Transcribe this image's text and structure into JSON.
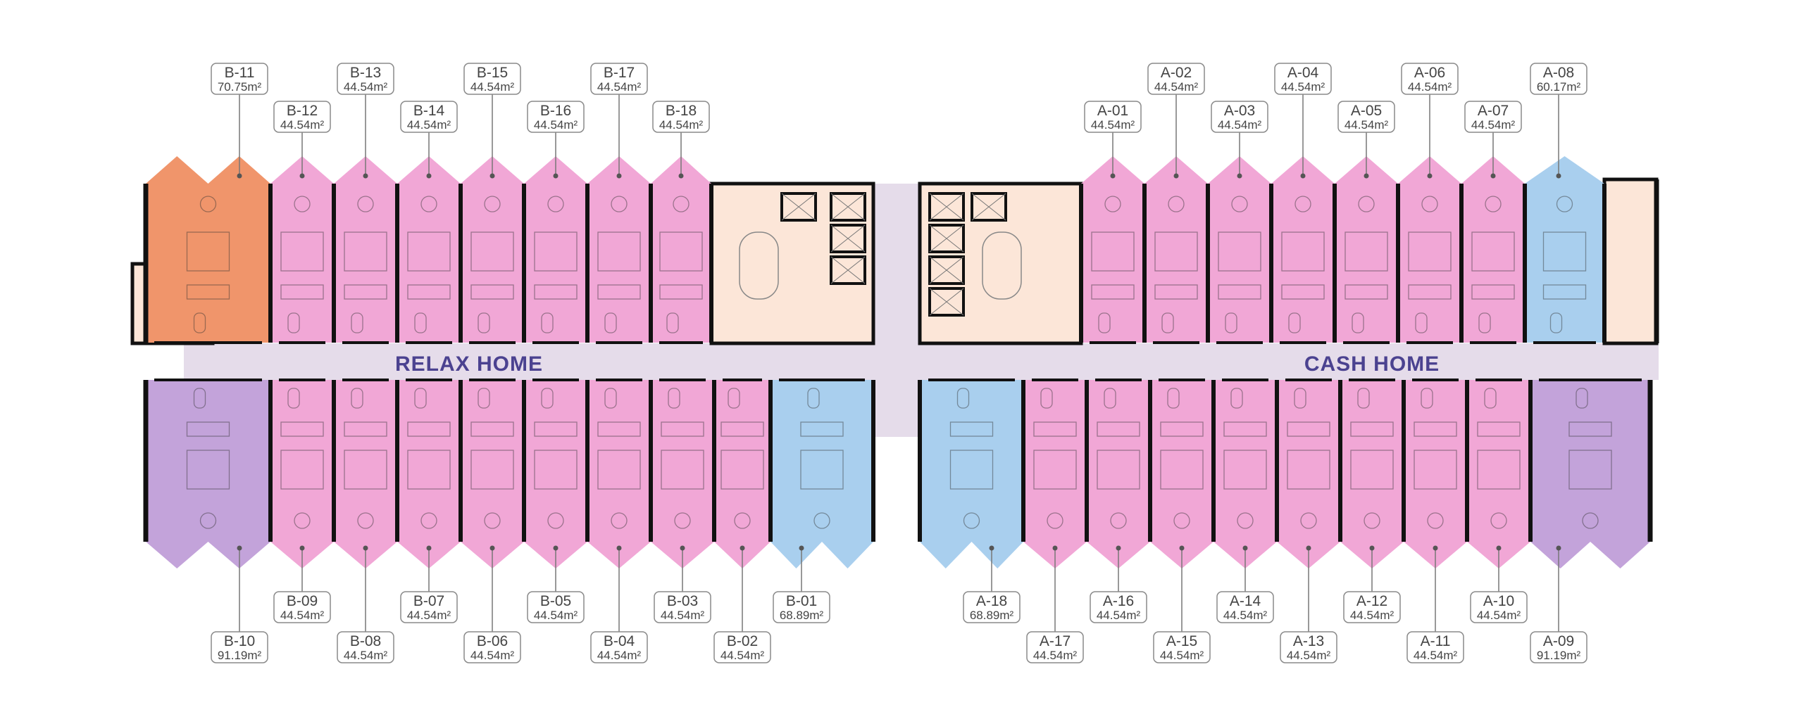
{
  "zones": {
    "left": "RELAX HOME",
    "right": "CASH HOME"
  },
  "colors": {
    "pink": "#f1a7d6",
    "orange": "#f0956b",
    "blue": "#a9cfee",
    "purple": "#c3a3da",
    "corridor": "#e5dcea",
    "core": "#fce6d8",
    "label_text": "#4b4290"
  },
  "units_top": [
    {
      "id": "B-11",
      "area": "70.75m²",
      "color": "orange"
    },
    {
      "id": "B-12",
      "area": "44.54m²",
      "color": "pink"
    },
    {
      "id": "B-13",
      "area": "44.54m²",
      "color": "pink"
    },
    {
      "id": "B-14",
      "area": "44.54m²",
      "color": "pink"
    },
    {
      "id": "B-15",
      "area": "44.54m²",
      "color": "pink"
    },
    {
      "id": "B-16",
      "area": "44.54m²",
      "color": "pink"
    },
    {
      "id": "B-17",
      "area": "44.54m²",
      "color": "pink"
    },
    {
      "id": "B-18",
      "area": "44.54m²",
      "color": "pink"
    },
    {
      "id": "A-01",
      "area": "44.54m²",
      "color": "pink"
    },
    {
      "id": "A-02",
      "area": "44.54m²",
      "color": "pink"
    },
    {
      "id": "A-03",
      "area": "44.54m²",
      "color": "pink"
    },
    {
      "id": "A-04",
      "area": "44.54m²",
      "color": "pink"
    },
    {
      "id": "A-05",
      "area": "44.54m²",
      "color": "pink"
    },
    {
      "id": "A-06",
      "area": "44.54m²",
      "color": "pink"
    },
    {
      "id": "A-07",
      "area": "44.54m²",
      "color": "pink"
    },
    {
      "id": "A-08",
      "area": "60.17m²",
      "color": "blue"
    }
  ],
  "units_bottom": [
    {
      "id": "B-10",
      "area": "91.19m²",
      "color": "purple"
    },
    {
      "id": "B-09",
      "area": "44.54m²",
      "color": "pink"
    },
    {
      "id": "B-08",
      "area": "44.54m²",
      "color": "pink"
    },
    {
      "id": "B-07",
      "area": "44.54m²",
      "color": "pink"
    },
    {
      "id": "B-06",
      "area": "44.54m²",
      "color": "pink"
    },
    {
      "id": "B-05",
      "area": "44.54m²",
      "color": "pink"
    },
    {
      "id": "B-04",
      "area": "44.54m²",
      "color": "pink"
    },
    {
      "id": "B-03",
      "area": "44.54m²",
      "color": "pink"
    },
    {
      "id": "B-02",
      "area": "44.54m²",
      "color": "pink"
    },
    {
      "id": "B-01",
      "area": "68.89m²",
      "color": "blue"
    },
    {
      "id": "A-18",
      "area": "68.89m²",
      "color": "blue"
    },
    {
      "id": "A-17",
      "area": "44.54m²",
      "color": "pink"
    },
    {
      "id": "A-16",
      "area": "44.54m²",
      "color": "pink"
    },
    {
      "id": "A-15",
      "area": "44.54m²",
      "color": "pink"
    },
    {
      "id": "A-14",
      "area": "44.54m²",
      "color": "pink"
    },
    {
      "id": "A-13",
      "area": "44.54m²",
      "color": "pink"
    },
    {
      "id": "A-12",
      "area": "44.54m²",
      "color": "pink"
    },
    {
      "id": "A-11",
      "area": "44.54m²",
      "color": "pink"
    },
    {
      "id": "A-10",
      "area": "44.54m²",
      "color": "pink"
    },
    {
      "id": "A-09",
      "area": "91.19m²",
      "color": "purple"
    }
  ]
}
